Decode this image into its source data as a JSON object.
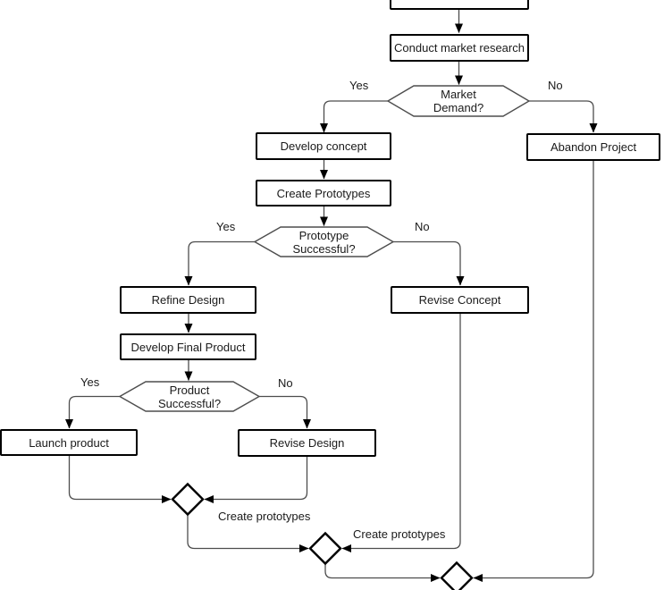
{
  "diagram": {
    "nodes": {
      "top_partial": {
        "label": ""
      },
      "conduct_market_research": {
        "label": "Conduct market research"
      },
      "market_demand": {
        "label": "Market\nDemand?"
      },
      "develop_concept": {
        "label": "Develop concept"
      },
      "abandon_project": {
        "label": "Abandon Project"
      },
      "create_prototypes": {
        "label": "Create Prototypes"
      },
      "prototype_successful": {
        "label": "Prototype\nSuccessful?"
      },
      "refine_design": {
        "label": "Refine Design"
      },
      "revise_concept": {
        "label": "Revise Concept"
      },
      "develop_final_product": {
        "label": "Develop Final Product"
      },
      "product_successful": {
        "label": "Product\nSuccessful?"
      },
      "launch_product": {
        "label": "Launch product"
      },
      "revise_design": {
        "label": "Revise Design"
      }
    },
    "edge_labels": {
      "market_demand_yes": "Yes",
      "market_demand_no": "No",
      "prototype_successful_yes": "Yes",
      "prototype_successful_no": "No",
      "product_successful_yes": "Yes",
      "product_successful_no": "No",
      "loop_create_prototypes_left": "Create prototypes",
      "loop_create_prototypes_right": "Create prototypes"
    },
    "colors": {
      "node_border": "#000000",
      "decision_border": "#4d4d4d",
      "connector": "#4d4d4d",
      "background": "#ffffff",
      "text": "#1a1a1a"
    }
  }
}
